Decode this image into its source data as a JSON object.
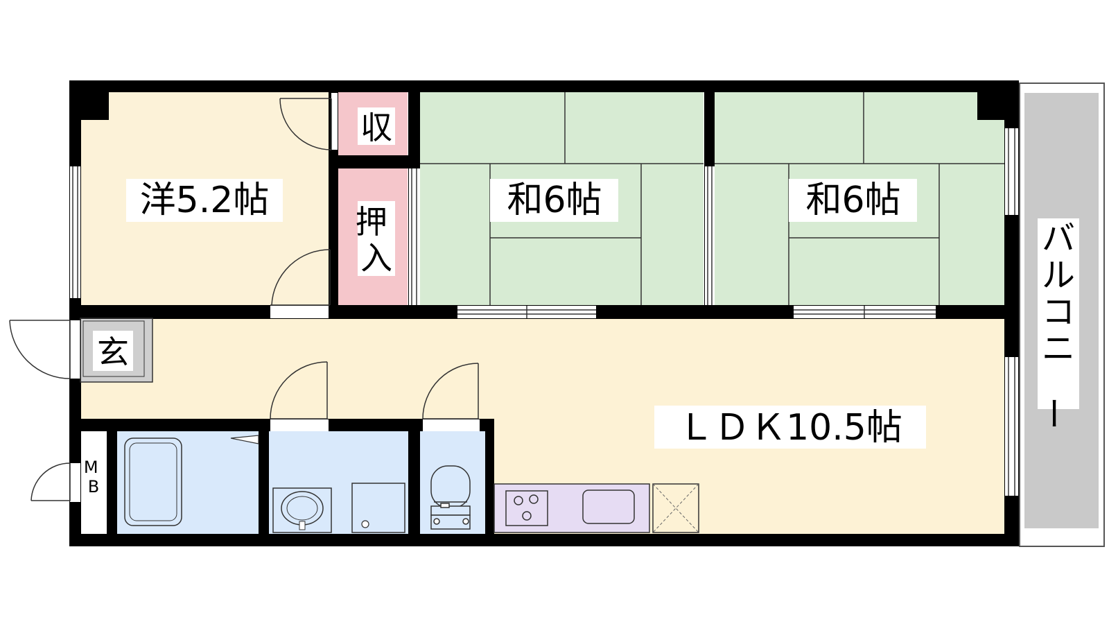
{
  "rooms": {
    "western": {
      "label": "洋5.2帖"
    },
    "storage": {
      "label": "収"
    },
    "closet": {
      "label": "押入"
    },
    "tatami_left": {
      "label": "和6帖"
    },
    "tatami_right": {
      "label": "和6帖"
    },
    "entrance": {
      "label": "玄"
    },
    "ldk": {
      "label": "ＬＤＫ10.5帖"
    },
    "meter_box": {
      "label": "MB"
    },
    "balcony": {
      "label": "バルコニー"
    }
  },
  "colors": {
    "western": "#fcf2d8",
    "ldk": "#fdf2d5",
    "tatami": "#d7ebd3",
    "storage": "#f5c6cb",
    "wet_area": "#d9e9fb",
    "kitchen": "#e6dcf3",
    "entrance": "#cfcfcf",
    "balcony": "#c9c9c9",
    "wall": "#000000"
  }
}
